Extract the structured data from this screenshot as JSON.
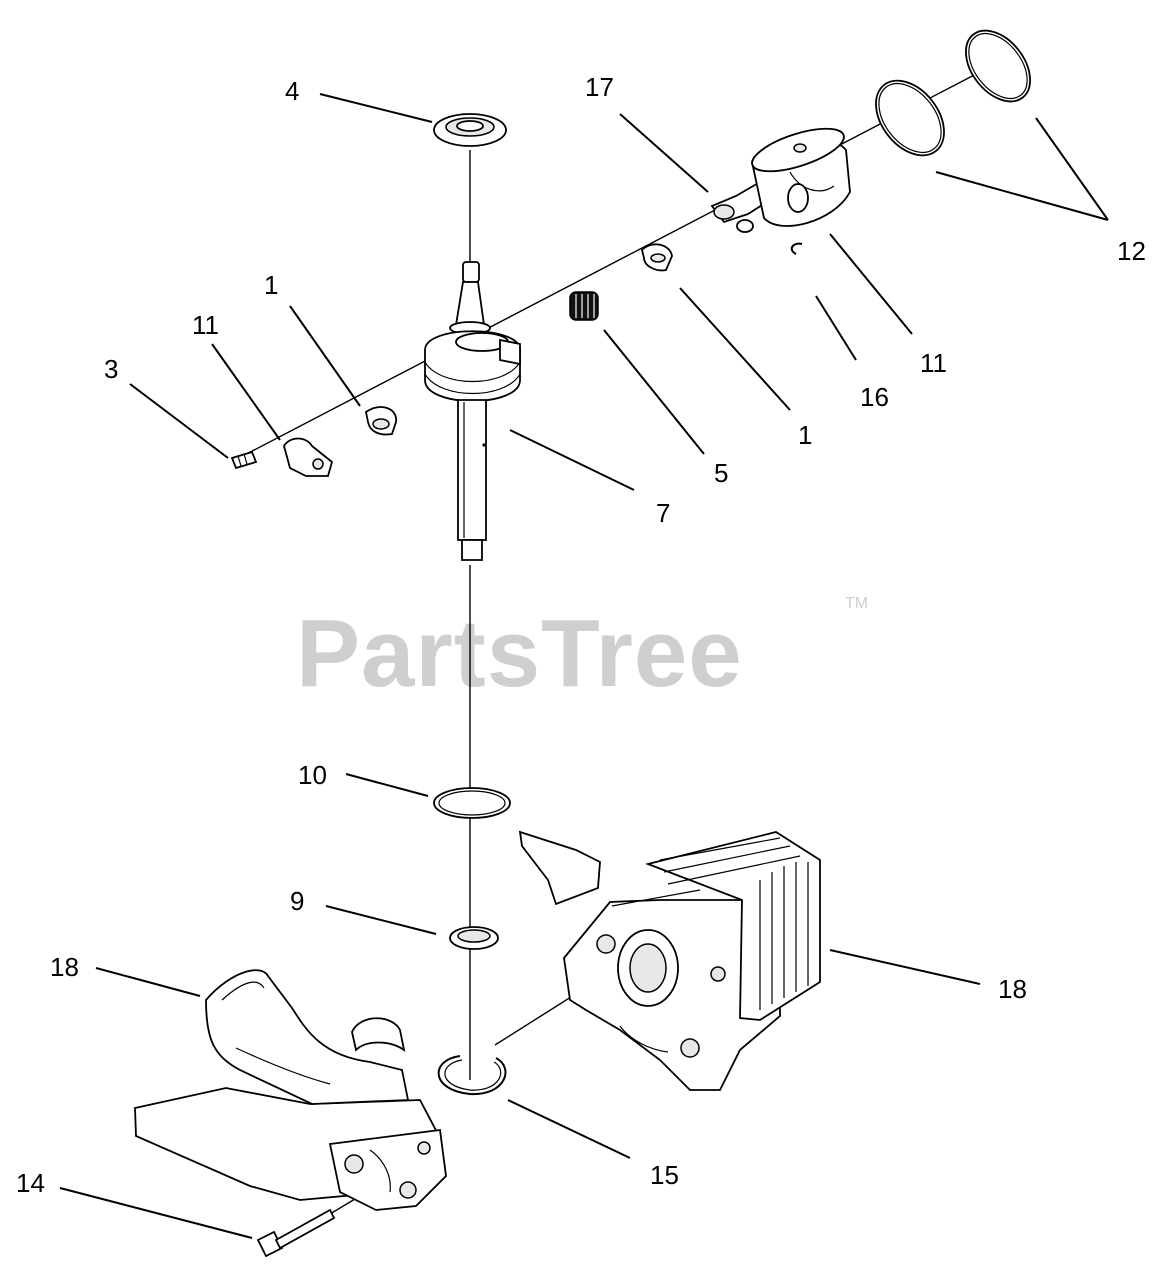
{
  "watermark": {
    "text": "PartsTree",
    "trademark": "TM"
  },
  "callouts": [
    {
      "id": "c4",
      "label": "4"
    },
    {
      "id": "c17",
      "label": "17"
    },
    {
      "id": "c12",
      "label": "12"
    },
    {
      "id": "c1a",
      "label": "1"
    },
    {
      "id": "c11a",
      "label": "11"
    },
    {
      "id": "c3",
      "label": "3"
    },
    {
      "id": "c5",
      "label": "5"
    },
    {
      "id": "c1b",
      "label": "1"
    },
    {
      "id": "c16",
      "label": "16"
    },
    {
      "id": "c11b",
      "label": "11"
    },
    {
      "id": "c7",
      "label": "7"
    },
    {
      "id": "c10",
      "label": "10"
    },
    {
      "id": "c9",
      "label": "9"
    },
    {
      "id": "c18a",
      "label": "18"
    },
    {
      "id": "c18b",
      "label": "18"
    },
    {
      "id": "c15",
      "label": "15"
    },
    {
      "id": "c14",
      "label": "14"
    }
  ]
}
